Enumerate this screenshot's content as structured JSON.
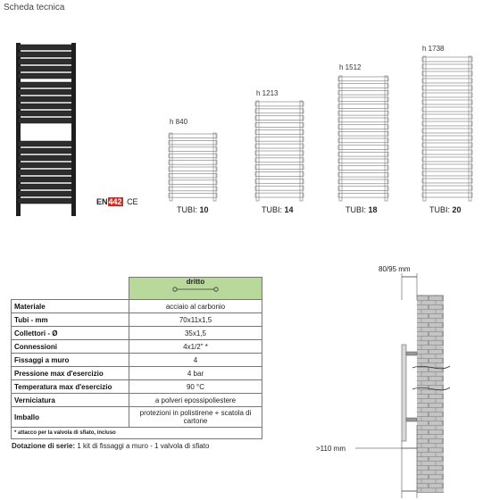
{
  "title": "Scheda tecnica",
  "certification": {
    "en_prefix": "EN",
    "en_number": "442",
    "ce": "CE"
  },
  "models": [
    {
      "height_label": "h 840",
      "tubes_label": "TUBI:",
      "tubes": "10"
    },
    {
      "height_label": "h 1213",
      "tubes_label": "TUBI:",
      "tubes": "14"
    },
    {
      "height_label": "h 1512",
      "tubes_label": "TUBI:",
      "tubes": "18"
    },
    {
      "height_label": "h 1738",
      "tubes_label": "TUBI:",
      "tubes": "20"
    }
  ],
  "spec_table": {
    "header": "dritto",
    "rows": [
      {
        "label": "Materiale",
        "value": "acciaio al carbonio"
      },
      {
        "label": "Tubi - mm",
        "value": "70x11x1,5"
      },
      {
        "label": "Collettori - Ø",
        "value": "35x1,5"
      },
      {
        "label": "Connessioni",
        "value": "4x1/2\" *"
      },
      {
        "label": "Fissaggi a muro",
        "value": "4"
      },
      {
        "label": "Pressione max d'esercizio",
        "value": "4 bar"
      },
      {
        "label": "Temperatura max d'esercizio",
        "value": "90 °C"
      },
      {
        "label": "Verniciatura",
        "value": "a polveri epossipoliestere"
      },
      {
        "label": "Imballo",
        "value": "protezioni in polistirene + scatola di cartone"
      }
    ],
    "note": "* attacco per la valvola di sfiato, incluso"
  },
  "dotazione": {
    "label": "Dotazione di serie:",
    "text": " 1 kit di fissaggi a muro - 1 valvola di sfiato"
  },
  "dimensions": {
    "depth": "80/95 mm",
    "wall_gap": ">110 mm"
  },
  "colors": {
    "radiator": "#2b2b2b",
    "header_green": "#b8d99b",
    "brick": "#bdbdbd",
    "en_red": "#d9251c"
  }
}
